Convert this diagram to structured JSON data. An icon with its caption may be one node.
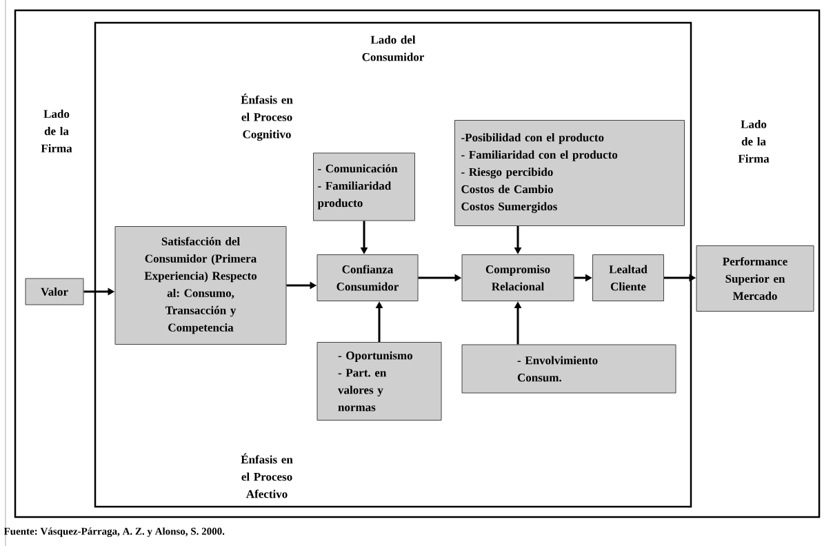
{
  "diagram": {
    "caption": "Fuente: Vásquez-Párraga, A. Z. y Alonso, S. 2000.",
    "nodes": [
      {
        "text": [
          "Lado del Consumidor",
          "Énfasis en el Proceso Cognitivo",
          "Énfasis en el Proceso Afectivo"
        ]
      },
      {
        "text": [
          "Valor"
        ]
      },
      {
        "text": [
          "Satisfacción del Consumidor (Primera Experiencia) Respecto al: Consumo, Transacción y Competencia"
        ],
        "in": 0
      },
      {
        "text": [
          "- Comunicación",
          "- Familiaridad producto"
        ],
        "in": 0
      },
      {
        "text": [
          "Confianza Consumidor"
        ],
        "in": 0
      },
      {
        "text": [
          "-Posibilidad con el producto",
          "- Familiaridad con el producto",
          "- Riesgo percibido",
          "Costos de Cambio",
          "Costos Sumergidos"
        ],
        "in": 0
      },
      {
        "text": [
          "Compromiso Relacional"
        ],
        "in": 0
      },
      {
        "text": [
          "Lealtad Cliente"
        ],
        "in": 0
      },
      {
        "text": [
          "Performance Superior en Mercado"
        ]
      },
      {
        "text": [
          "- Oportunismo",
          "- Part. en valores y normas"
        ],
        "in": 0
      },
      {
        "text": [
          "- Envolvimiento Consum."
        ],
        "in": 0
      }
    ],
    "edges": [
      {
        "from": 1,
        "to": 2,
        "arrow": "to"
      },
      {
        "from": 2,
        "to": 4,
        "arrow": "to"
      },
      {
        "from": 3,
        "to": 4,
        "arrow": "to"
      },
      {
        "from": 9,
        "to": 4,
        "arrow": "to"
      },
      {
        "from": 4,
        "to": 6,
        "arrow": "to"
      },
      {
        "from": 5,
        "to": 6,
        "arrow": "to"
      },
      {
        "from": 10,
        "to": 6,
        "arrow": "to"
      },
      {
        "from": 6,
        "to": 7,
        "arrow": "to"
      },
      {
        "from": 7,
        "to": 8,
        "arrow": "to"
      }
    ],
    "labels": [
      "Lado de la Firma",
      "Lado de la Firma"
    ]
  }
}
